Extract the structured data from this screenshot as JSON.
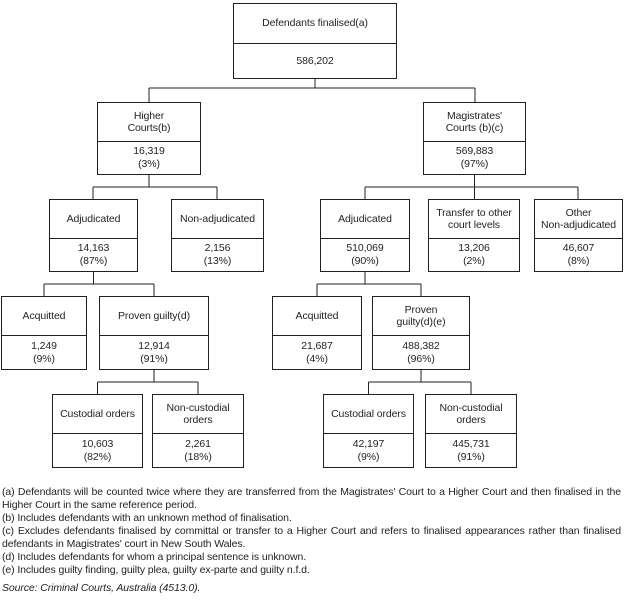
{
  "diagram": {
    "title": "Defendants finalised flowchart",
    "nodes": [
      {
        "id": "defendants-finalised",
        "parent": null,
        "label": "Defendants finalised(a)",
        "value": "586,202",
        "pct": ""
      },
      {
        "id": "higher-courts",
        "parent": "defendants-finalised",
        "label": "Higher\nCourts(b)",
        "value": "16,319",
        "pct": "(3%)"
      },
      {
        "id": "magistrates-courts",
        "parent": "defendants-finalised",
        "label": "Magistrates'\nCourts (b)(c)",
        "value": "569,883",
        "pct": "(97%)"
      },
      {
        "id": "higher-adjudicated",
        "parent": "higher-courts",
        "label": "Adjudicated",
        "value": "14,163",
        "pct": "(87%)"
      },
      {
        "id": "higher-non-adjudicated",
        "parent": "higher-courts",
        "label": "Non-adjudicated",
        "value": "2,156",
        "pct": "(13%)"
      },
      {
        "id": "magistrates-adjudicated",
        "parent": "magistrates-courts",
        "label": "Adjudicated",
        "value": "510,069",
        "pct": "(90%)"
      },
      {
        "id": "transfer-other-court-levels",
        "parent": "magistrates-courts",
        "label": "Transfer to other\ncourt levels",
        "value": "13,206",
        "pct": "(2%)"
      },
      {
        "id": "other-non-adjudicated",
        "parent": "magistrates-courts",
        "label": "Other\nNon-adjudicated",
        "value": "46,607",
        "pct": "(8%)"
      },
      {
        "id": "higher-acquitted",
        "parent": "higher-adjudicated",
        "label": "Acquitted",
        "value": "1,249",
        "pct": "(9%)"
      },
      {
        "id": "higher-proven-guilty",
        "parent": "higher-adjudicated",
        "label": "Proven guilty(d)",
        "value": "12,914",
        "pct": "(91%)"
      },
      {
        "id": "magistrates-acquitted",
        "parent": "magistrates-adjudicated",
        "label": "Acquitted",
        "value": "21,687",
        "pct": "(4%)"
      },
      {
        "id": "magistrates-proven-guilty",
        "parent": "magistrates-adjudicated",
        "label": "Proven\nguilty(d)(e)",
        "value": "488,382",
        "pct": "(96%)"
      },
      {
        "id": "higher-custodial-orders",
        "parent": "higher-proven-guilty",
        "label": "Custodial orders",
        "value": "10,603",
        "pct": "(82%)"
      },
      {
        "id": "higher-non-custodial-orders",
        "parent": "higher-proven-guilty",
        "label": "Non-custodial\norders",
        "value": "2,261",
        "pct": "(18%)"
      },
      {
        "id": "magistrates-custodial-orders",
        "parent": "magistrates-proven-guilty",
        "label": "Custodial orders",
        "value": "42,197",
        "pct": "(9%)"
      },
      {
        "id": "magistrates-non-custodial-orders",
        "parent": "magistrates-proven-guilty",
        "label": "Non-custodial\norders",
        "value": "445,731",
        "pct": "(91%)"
      }
    ]
  },
  "footnotes": [
    "(a) Defendants will be counted twice where they are transferred from the Magistrates' Court to a Higher Court and then finalised in the Higher Court in the same reference period.",
    "(b) Includes defendants with an unknown method of finalisation.",
    "(c) Excludes defendants finalised by committal or transfer to a Higher Court and refers to finalised appearances rather than finalised defendants in Magistrates' court in New South Wales.",
    "(d) Includes defendants for whom a principal sentence is unknown.",
    "(e) Includes guilty finding, guilty plea, guilty ex-parte and guilty n.f.d."
  ],
  "source": "Source: Criminal Courts, Australia (4513.0).",
  "colors": {
    "ink": "#231f20",
    "background": "#ffffff"
  }
}
